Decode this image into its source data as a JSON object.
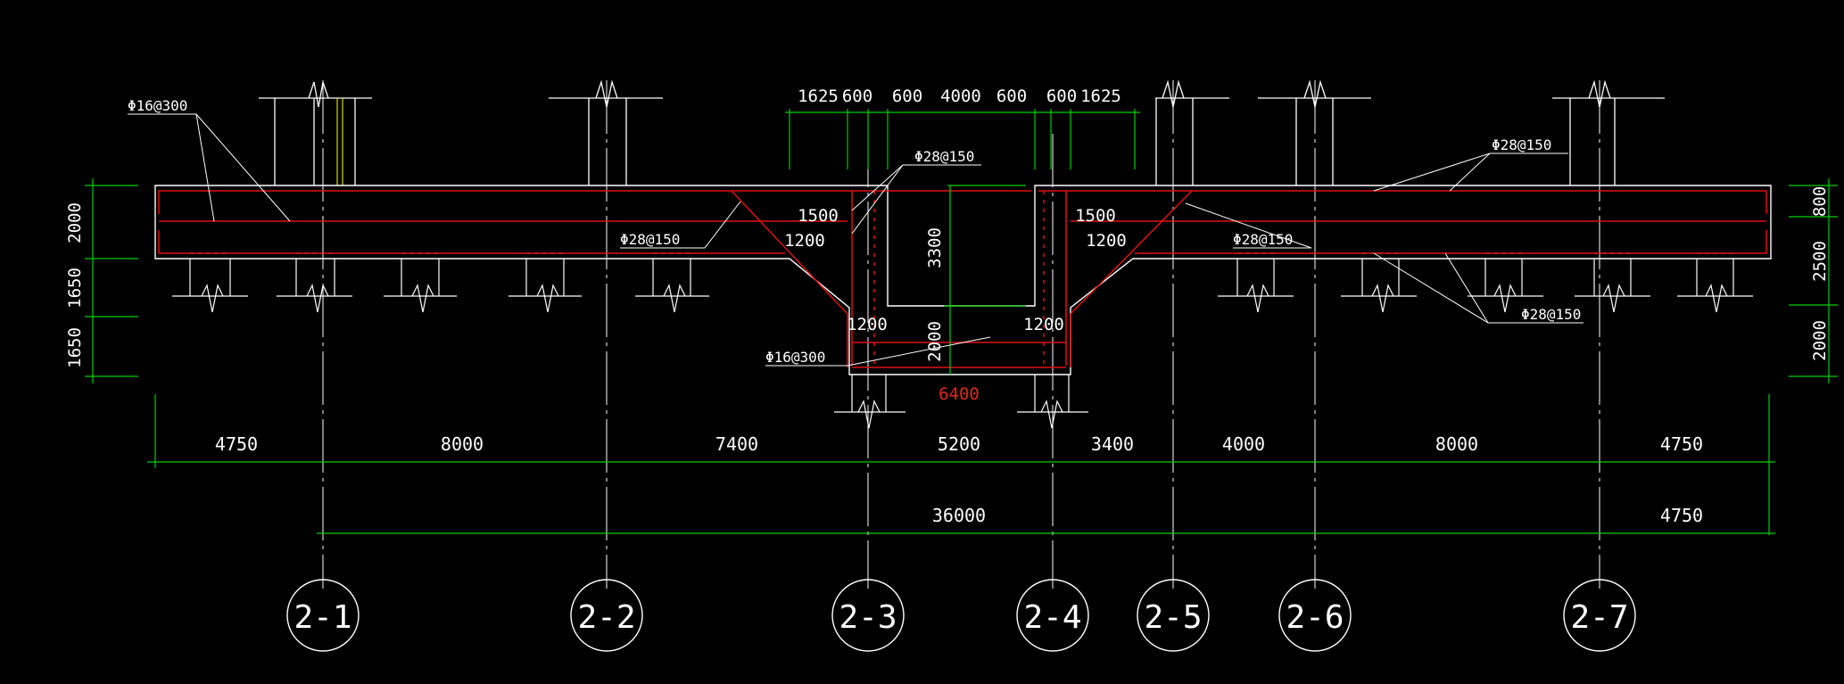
{
  "drawing": {
    "colors": {
      "background": "#000000",
      "outline": "#ffffff",
      "rebar": "#e01010",
      "dimension": "#00d000",
      "text": "#ffffff",
      "red_text": "#e02a1a",
      "grid_line": "#ffffff",
      "yellow": "#d8d800"
    },
    "grid_axes": [
      "2-1",
      "2-2",
      "2-3",
      "2-4",
      "2-5",
      "2-6",
      "2-7"
    ],
    "bottom_dims": [
      "4750",
      "8000",
      "7400",
      "5200",
      "3400",
      "4000",
      "8000",
      "4750"
    ],
    "overall": {
      "total": "36000",
      "last": "4750"
    },
    "top_dims": [
      "1625",
      "600",
      "600",
      "4000",
      "600",
      "600",
      "1625"
    ],
    "left_dims": [
      "2000",
      "1650",
      "1650"
    ],
    "right_dims": [
      "800",
      "2500",
      "2000"
    ],
    "pit_dims": {
      "left_1500": "1500",
      "left_1200": "1200",
      "right_1500": "1500",
      "right_1200": "1200",
      "inner_left_1200": "1200",
      "inner_right_1200": "1200",
      "depth": "3300",
      "bottom_thick": "2000",
      "width": "6400"
    },
    "rebar_labels": {
      "top_left": "Φ16@300",
      "mid_left": "Φ28@150",
      "pit_top": "Φ28@150",
      "pit_bottom": "Φ16@300",
      "top_right": "Φ28@150",
      "mid_right": "Φ28@150",
      "bottom_right": "Φ28@150"
    }
  }
}
